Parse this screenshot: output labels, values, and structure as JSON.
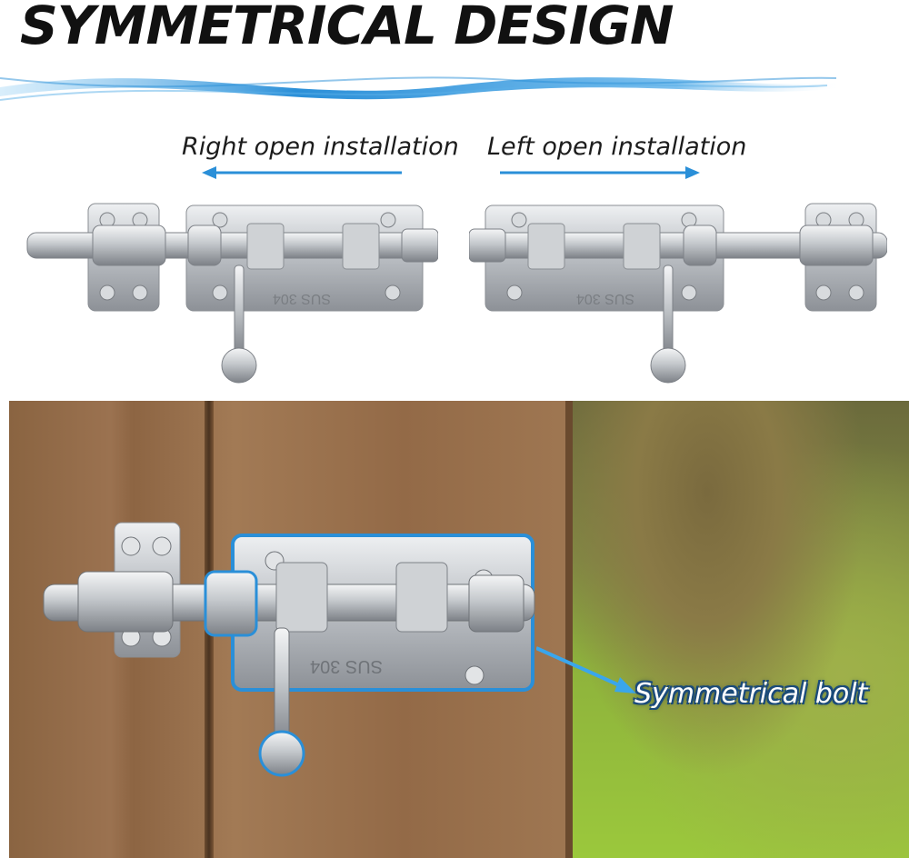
{
  "title": "SYMMETRICAL DESIGN",
  "labels": {
    "right_open": "Right open installation",
    "left_open": "Left open installation",
    "symmetrical_bolt": "Symmetrical bolt"
  },
  "plate_marking": "SUS 304",
  "colors": {
    "accent_blue": "#2a8fd8",
    "steel": "#c9ccd0",
    "wood": "#9b7250"
  },
  "icons": {
    "arrow_left": "arrow-left-icon",
    "arrow_right": "arrow-right-icon",
    "pointer_arrow": "pointer-arrow-icon"
  }
}
